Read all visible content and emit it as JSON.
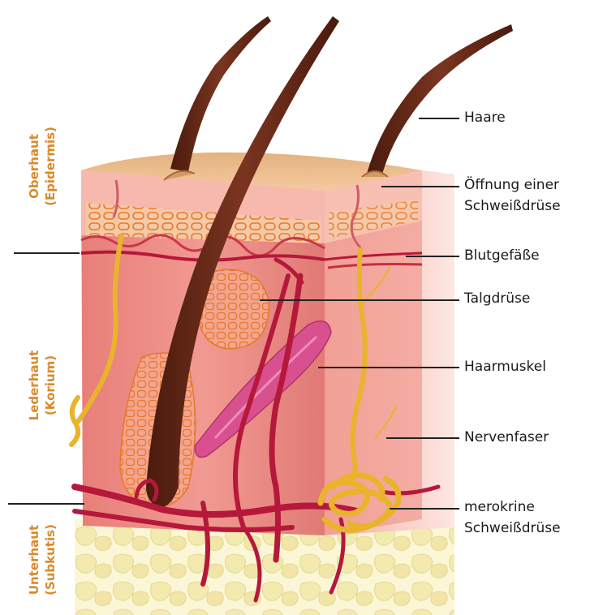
{
  "layers": [
    {
      "name": "Oberhaut",
      "sub": "(Epidermis)"
    },
    {
      "name": "Lederhaut",
      "sub": "(Korium)"
    },
    {
      "name": "Unterhaut",
      "sub": "(Subkutis)"
    }
  ],
  "labels": {
    "hair": "Haare",
    "sweat_opening_1": "Öffnung einer",
    "sweat_opening_2": "Schweißdrüse",
    "vessels": "Blutgefäße",
    "sebaceous": "Talgdrüse",
    "muscle": "Haarmuskel",
    "nerve": "Nervenfaser",
    "gland_1": "merokrine",
    "gland_2": "Schweißdrüse"
  },
  "colors": {
    "layer_label": "#d98a2b",
    "dermis": "#f0938b",
    "epidermis": "#f7b9ae",
    "fat": "#f5efbe",
    "hair": "#6a2a17",
    "vessel": "#b5183a",
    "nerve": "#e9b32c"
  }
}
